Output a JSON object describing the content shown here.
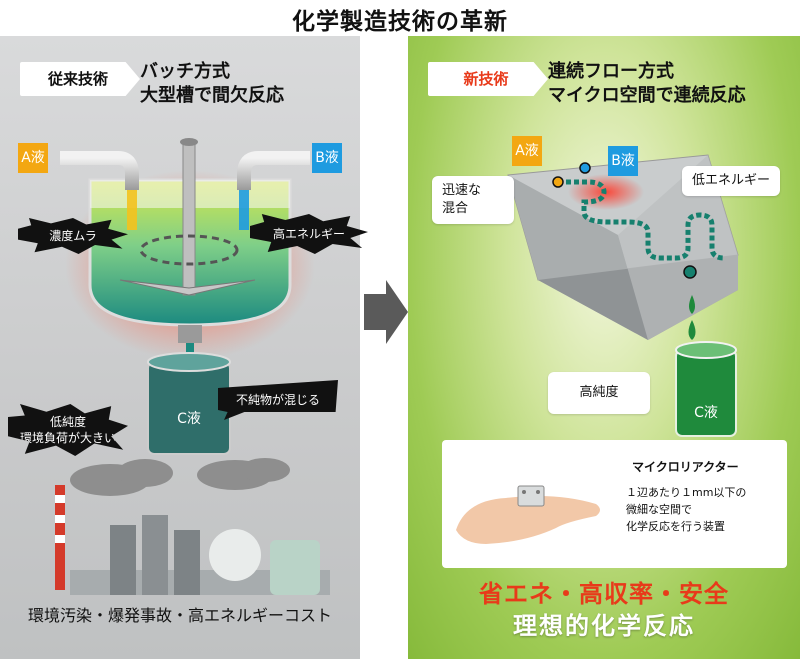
{
  "title": "化学製造技術の革新",
  "left": {
    "tag": "従来技術",
    "heading_line1": "バッチ方式",
    "heading_line2": "大型槽で間欠反応",
    "liquid_a": "A液",
    "liquid_b": "B液",
    "problem_uneven": "濃度ムラ",
    "problem_energy": "高エネルギー",
    "product": "C液",
    "problem_impurity": "不純物が混じる",
    "problem_env_line1": "低純度",
    "problem_env_line2": "環境負荷が大きい",
    "bottom_caption": "環境汚染・爆発事故・高エネルギーコスト"
  },
  "right": {
    "tag": "新技術",
    "heading_line1": "連続フロー方式",
    "heading_line2": "マイクロ空間で連続反応",
    "liquid_a": "A液",
    "liquid_b": "B液",
    "benefit_mixing_line1": "迅速な",
    "benefit_mixing_line2": "混合",
    "benefit_energy": "低エネルギー",
    "benefit_purity": "高純度",
    "product": "C液",
    "reactor_title": "マイクロリアクター",
    "reactor_desc_line1": "１辺あたり１mm以下の",
    "reactor_desc_line2": "微細な空間で",
    "reactor_desc_line3": "化学反応を行う装置",
    "slogan_line1": "省エネ・高収率・安全",
    "slogan_line2": "理想的化学反応"
  },
  "colors": {
    "liquid_a": "#f3a712",
    "liquid_b": "#1e9be0",
    "slogan_red": "#e83a1a",
    "green_bg": "#9fcb55",
    "teal_liquid": "#2f6e6a"
  },
  "icons": [
    "tank-icon",
    "stirrer-icon",
    "beaker-icon",
    "microreactor-chip-icon",
    "factory-icon",
    "cloud-icon",
    "arrow-right-icon"
  ]
}
